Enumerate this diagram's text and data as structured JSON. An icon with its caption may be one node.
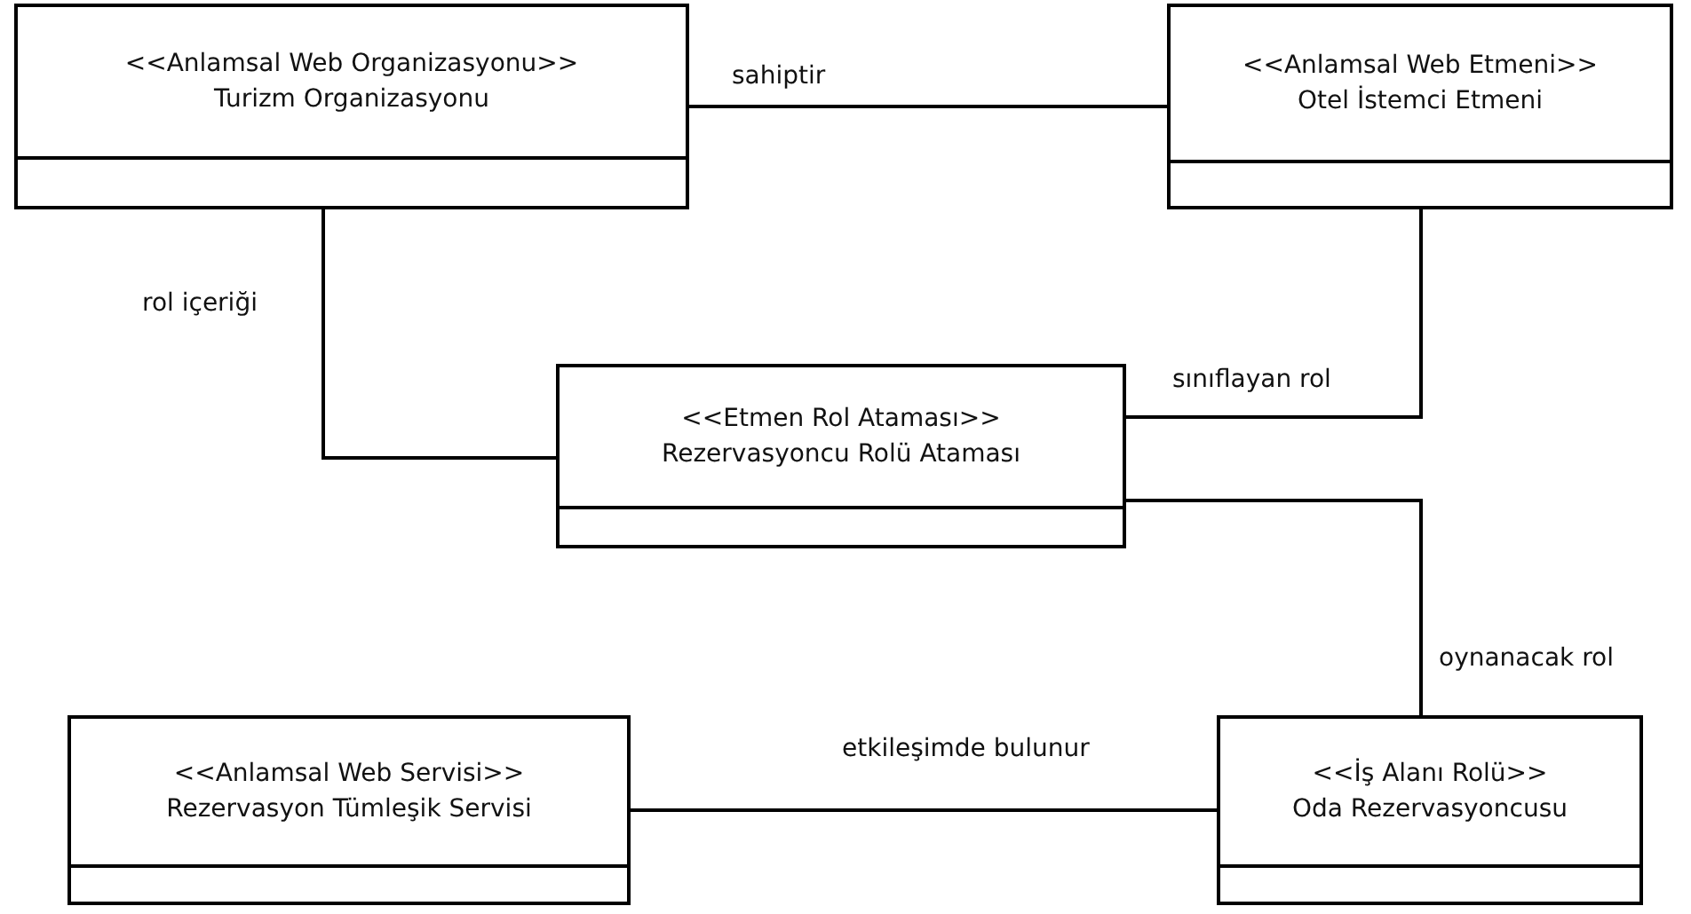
{
  "diagram": {
    "nodes": [
      {
        "text": [
          "<<Anlamsal Web Organizasyonu>>",
          "Turizm Organizasyonu"
        ]
      },
      {
        "text": [
          "<<Anlamsal Web Etmeni>>",
          "Otel İstemci Etmeni"
        ]
      },
      {
        "text": [
          "<<Etmen Rol Ataması>>",
          "Rezervasyoncu Rolü Ataması"
        ]
      },
      {
        "text": [
          "<<Anlamsal Web Servisi>>",
          "Rezervasyon Tümleşik Servisi"
        ]
      },
      {
        "text": [
          "<<İş Alanı Rolü>>",
          "Oda Rezervasyoncusu"
        ]
      }
    ],
    "edges": [
      {
        "from": 0,
        "to": 1,
        "arrow": "none",
        "label": "sahiptir"
      },
      {
        "from": 0,
        "to": 2,
        "arrow": "none",
        "label": "rol içeriği"
      },
      {
        "from": 1,
        "to": 2,
        "arrow": "none",
        "label": "sınıflayan rol"
      },
      {
        "from": 2,
        "to": 4,
        "arrow": "none",
        "label": "oynanacak rol"
      },
      {
        "from": 3,
        "to": 4,
        "arrow": "none",
        "label": "etkileşimde bulunur"
      }
    ]
  }
}
